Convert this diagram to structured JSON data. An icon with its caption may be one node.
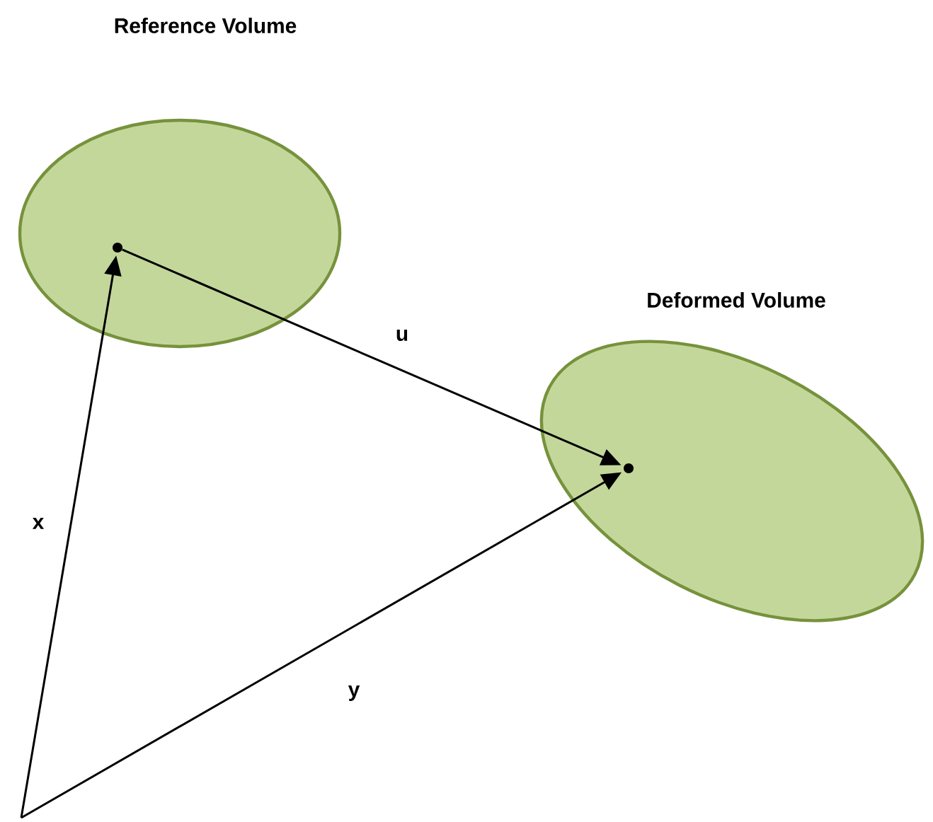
{
  "diagram": {
    "nodes": [
      {
        "text": [
          "Reference Volume"
        ]
      },
      {
        "text": [],
        "shape": "circle",
        "in": 0
      },
      {
        "text": [
          "Deformed Volume"
        ]
      },
      {
        "text": [],
        "shape": "circle",
        "in": 2
      }
    ],
    "edges": [
      {
        "from": 1,
        "to": 3,
        "arrow": "to",
        "label": "u"
      },
      {
        "from": null,
        "to": 1,
        "arrow": "to",
        "label": "x"
      },
      {
        "from": null,
        "to": 3,
        "arrow": "to",
        "label": "y"
      }
    ]
  }
}
